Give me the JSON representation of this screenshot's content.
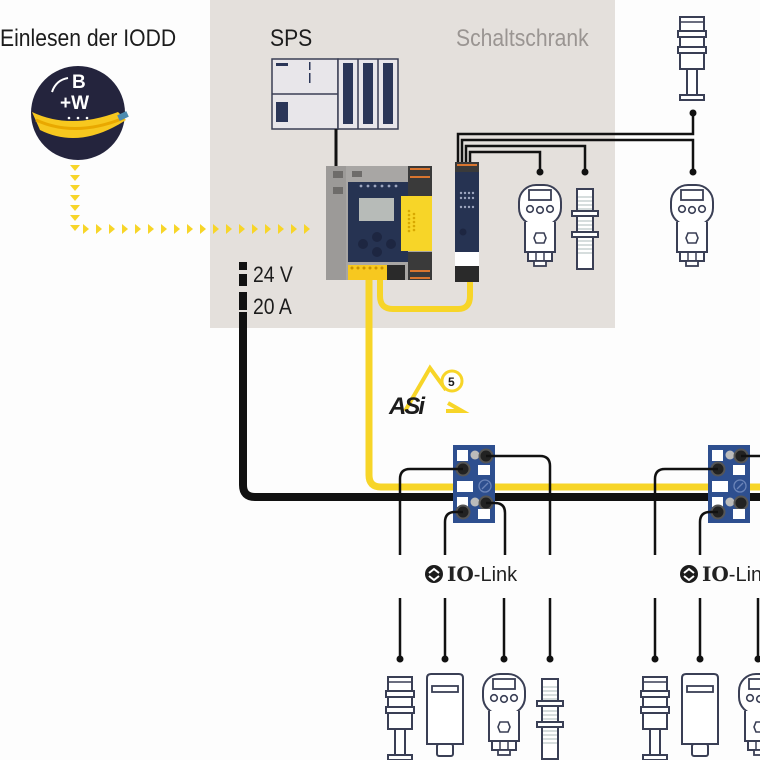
{
  "labels": {
    "iodd": "Einlesen der IODD",
    "sps": "SPS",
    "cabinet": "Schaltschrank",
    "voltage": "24 V",
    "current": "20 A",
    "bw_logo_top": "B",
    "bw_logo_bottom": "+W",
    "asi_logo_text": "ASi",
    "asi_logo_version": "5",
    "iolink_bold": "IO",
    "iolink_rest": "-Link"
  },
  "colors": {
    "cabinet_bg": "#e4e0dc",
    "asi_yellow": "#f7d528",
    "power_black": "#111111",
    "device_navy": "#263352",
    "module_blue": "#2e4f8f",
    "outline": "#3a3f55"
  },
  "nodes": [
    {
      "id": "iodd-logo",
      "type": "logo"
    },
    {
      "id": "sps",
      "type": "plc"
    },
    {
      "id": "asi-gateway",
      "type": "gateway"
    },
    {
      "id": "iolink-master-cabinet",
      "type": "module"
    },
    {
      "id": "pressure-sensor-1",
      "type": "pressure-sensor"
    },
    {
      "id": "proximity-sensor-1",
      "type": "proximity-sensor"
    },
    {
      "id": "signal-tower-1",
      "type": "signal-tower"
    },
    {
      "id": "pressure-sensor-2",
      "type": "pressure-sensor"
    },
    {
      "id": "field-module-1",
      "type": "io-module"
    },
    {
      "id": "field-module-2",
      "type": "io-module"
    },
    {
      "id": "signal-tower-2",
      "type": "signal-tower"
    },
    {
      "id": "flow-sensor-1",
      "type": "sensor-box"
    },
    {
      "id": "pressure-sensor-3",
      "type": "pressure-sensor"
    },
    {
      "id": "proximity-sensor-2",
      "type": "proximity-sensor"
    },
    {
      "id": "signal-tower-3",
      "type": "signal-tower"
    },
    {
      "id": "flow-sensor-2",
      "type": "sensor-box"
    },
    {
      "id": "pressure-sensor-4",
      "type": "pressure-sensor"
    }
  ]
}
